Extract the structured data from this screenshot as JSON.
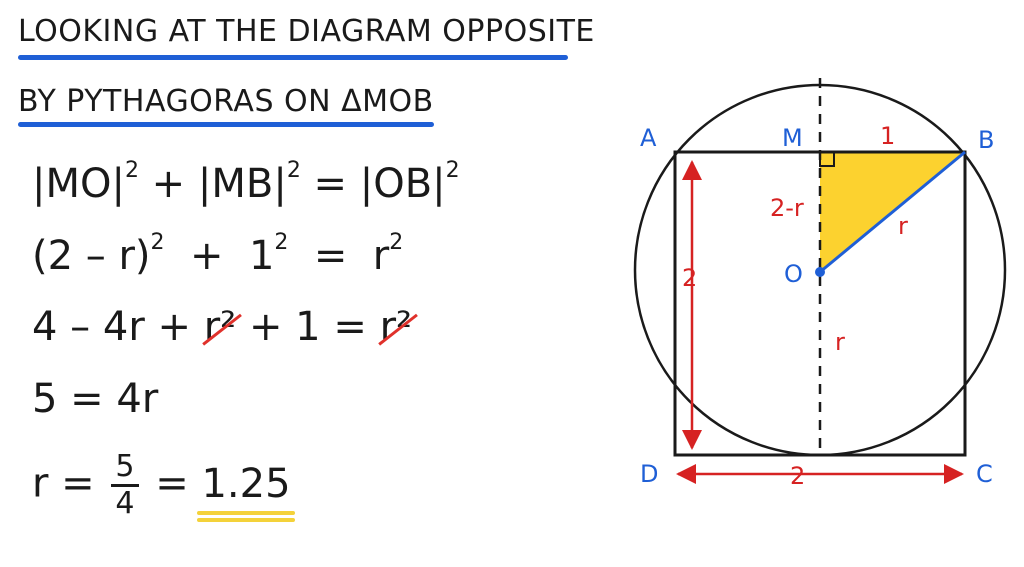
{
  "headings": {
    "line1": "LOOKING AT THE DIAGRAM OPPOSITE",
    "line2": "BY PYTHAGORAS ON ΔMOB"
  },
  "equations": {
    "e1": {
      "left": "|MO|",
      "plus": "+",
      "mid": "|MB|",
      "eq": "=",
      "right": "|OB|",
      "exp": "2"
    },
    "e2": {
      "left": "(2 – r)",
      "plus": "+",
      "one": "1",
      "eq": "=",
      "right": "r",
      "exp": "2"
    },
    "e3": {
      "start": "4 – 4r +",
      "cancel": "r²",
      "mid": "+ 1 =",
      "cancel_right": "r²"
    },
    "e4": {
      "text": "5 = 4r"
    },
    "e5": {
      "lhs": "r =",
      "num": "5",
      "den": "4",
      "eq": "=",
      "answer": "1.25"
    }
  },
  "diagram": {
    "points": {
      "A": "A",
      "B": "B",
      "C": "C",
      "D": "D",
      "M": "M",
      "O": "O"
    },
    "labels": {
      "mb": "1",
      "mo": "2-r",
      "ob": "r",
      "ad": "2",
      "dc": "2",
      "o_bottom": "r"
    },
    "colors": {
      "point_label": "#1f5fd6",
      "measure": "#d62222",
      "triangle_fill": "#fcd22f",
      "hypotenuse": "#1f5fd6"
    }
  }
}
